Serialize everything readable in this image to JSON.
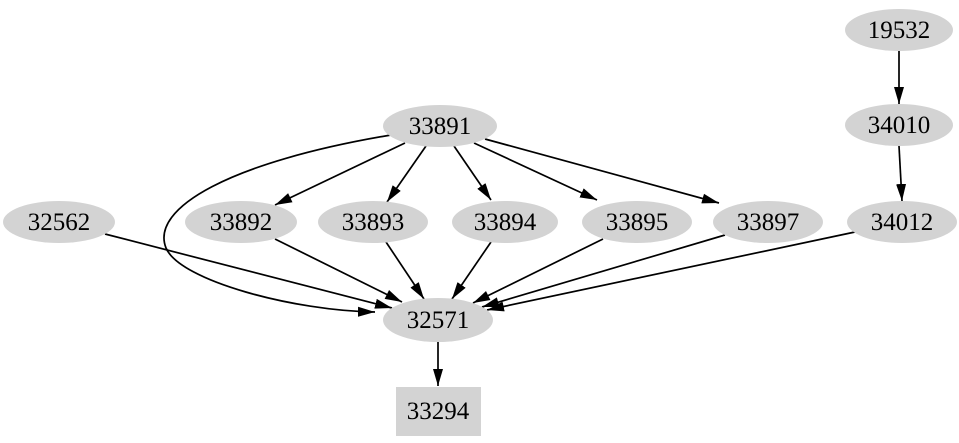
{
  "diagram": {
    "type": "directed-graph",
    "colors": {
      "background": "#ffffff",
      "node_fill": "#d3d3d3",
      "edge": "#000000",
      "text": "#000000"
    },
    "nodes": [
      {
        "id": "19532",
        "label": "19532",
        "shape": "ellipse"
      },
      {
        "id": "34010",
        "label": "34010",
        "shape": "ellipse"
      },
      {
        "id": "34012",
        "label": "34012",
        "shape": "ellipse"
      },
      {
        "id": "33891",
        "label": "33891",
        "shape": "ellipse"
      },
      {
        "id": "32562",
        "label": "32562",
        "shape": "ellipse"
      },
      {
        "id": "33892",
        "label": "33892",
        "shape": "ellipse"
      },
      {
        "id": "33893",
        "label": "33893",
        "shape": "ellipse"
      },
      {
        "id": "33894",
        "label": "33894",
        "shape": "ellipse"
      },
      {
        "id": "33895",
        "label": "33895",
        "shape": "ellipse"
      },
      {
        "id": "33897",
        "label": "33897",
        "shape": "ellipse"
      },
      {
        "id": "32571",
        "label": "32571",
        "shape": "ellipse"
      },
      {
        "id": "33294",
        "label": "33294",
        "shape": "box"
      }
    ],
    "edges": [
      {
        "from": "19532",
        "to": "34010"
      },
      {
        "from": "34010",
        "to": "34012"
      },
      {
        "from": "33891",
        "to": "33892"
      },
      {
        "from": "33891",
        "to": "33893"
      },
      {
        "from": "33891",
        "to": "33894"
      },
      {
        "from": "33891",
        "to": "33895"
      },
      {
        "from": "33891",
        "to": "33897"
      },
      {
        "from": "33891",
        "to": "32571"
      },
      {
        "from": "32562",
        "to": "32571"
      },
      {
        "from": "33892",
        "to": "32571"
      },
      {
        "from": "33893",
        "to": "32571"
      },
      {
        "from": "33894",
        "to": "32571"
      },
      {
        "from": "33895",
        "to": "32571"
      },
      {
        "from": "33897",
        "to": "32571"
      },
      {
        "from": "34012",
        "to": "32571"
      },
      {
        "from": "32571",
        "to": "33294"
      }
    ]
  }
}
